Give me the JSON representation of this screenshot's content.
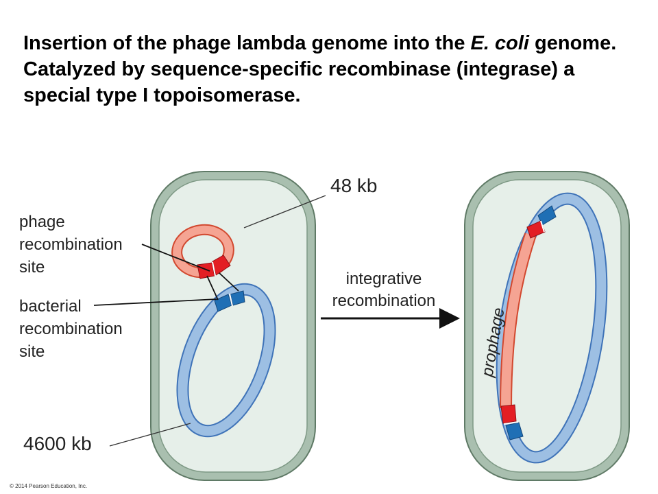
{
  "title": {
    "line1_a": "Insertion of the phage lambda genome into the ",
    "line1_em": "E. coli",
    "line1_b": " genome.",
    "line2": "Catalyzed by sequence-specific recombinase (integrase) a special type I topoisomerase."
  },
  "labels": {
    "phage_size": "48 kb",
    "phage_site_1": "phage",
    "phage_site_2": "recombination",
    "phage_site_3": "site",
    "bacterial_site_1": "bacterial",
    "bacterial_site_2": "recombination",
    "bacterial_site_3": "site",
    "bacterial_size": "4600 kb",
    "process_1": "integrative",
    "process_2": "recombination",
    "prophage": "prophage"
  },
  "copyright": "© 2014 Pearson Education, Inc.",
  "colors": {
    "cell_wall": "#a9bfaf",
    "cell_wall_edge": "#5f7a66",
    "cytoplasm": "#e6efe9",
    "bacterial_dna": "#9dbfe3",
    "bacterial_dna_edge": "#3f73b8",
    "phage_dna": "#f5a493",
    "phage_dna_edge": "#d2482f",
    "phage_site": "#e31e24",
    "bacterial_site": "#1f6fb5"
  }
}
